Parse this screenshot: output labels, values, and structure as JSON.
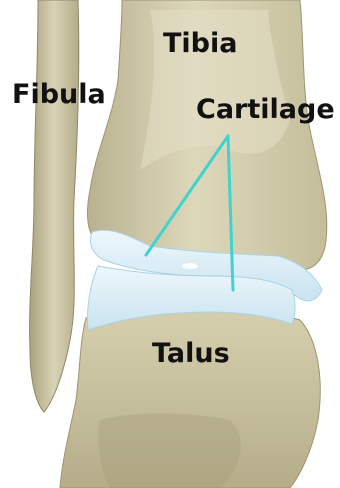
{
  "labels": {
    "tibia": "Tibia",
    "fibula": "Fibula",
    "cartilage": "Cartilage",
    "talus": "Talus"
  },
  "colors": {
    "bone": "#d9d3b3",
    "bone_shadow": "#a9a27f",
    "cartilage": "#d7ecf5",
    "cartilage_edge": "#a9d2e6",
    "pointer_line": "#3fd3cf",
    "text": "#111111",
    "background": "#ffffff"
  }
}
